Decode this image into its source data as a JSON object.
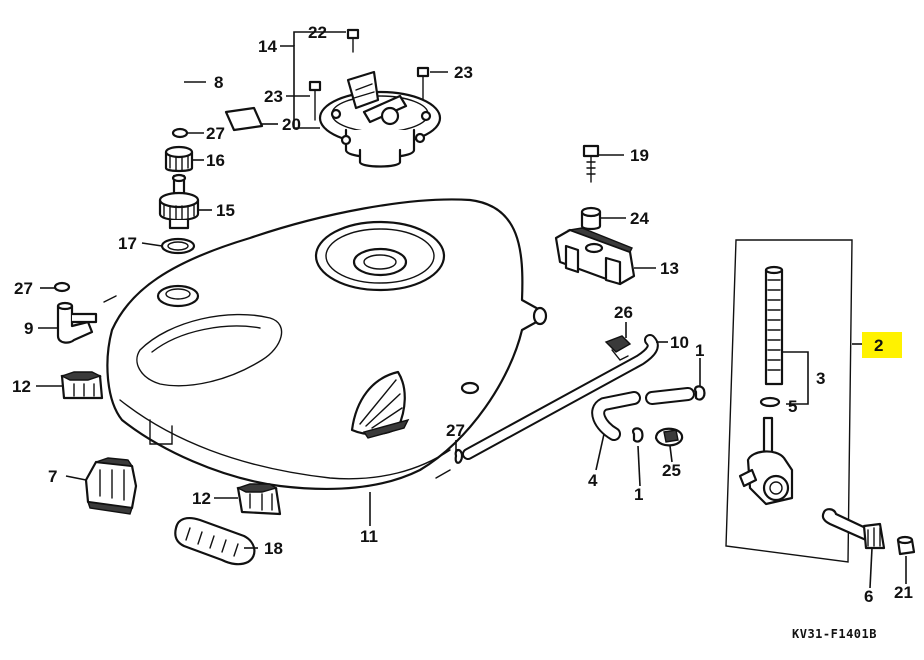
{
  "callouts": {
    "c1a": "1",
    "c1b": "1",
    "c2": "2",
    "c3": "3",
    "c4": "4",
    "c5": "5",
    "c6": "6",
    "c7": "7",
    "c8": "8",
    "c9": "9",
    "c10": "10",
    "c11": "11",
    "c12a": "12",
    "c12b": "12",
    "c13": "13",
    "c14": "14",
    "c15": "15",
    "c16": "16",
    "c17": "17",
    "c18": "18",
    "c19": "19",
    "c20": "20",
    "c21": "21",
    "c22": "22",
    "c23a": "23",
    "c23b": "23",
    "c24": "24",
    "c25": "25",
    "c26": "26",
    "c27a": "27",
    "c27b": "27",
    "c27c": "27"
  },
  "highlighted_callout": "2",
  "highlight_color": "#fff200",
  "diagram_code": "KV31-F1401B"
}
